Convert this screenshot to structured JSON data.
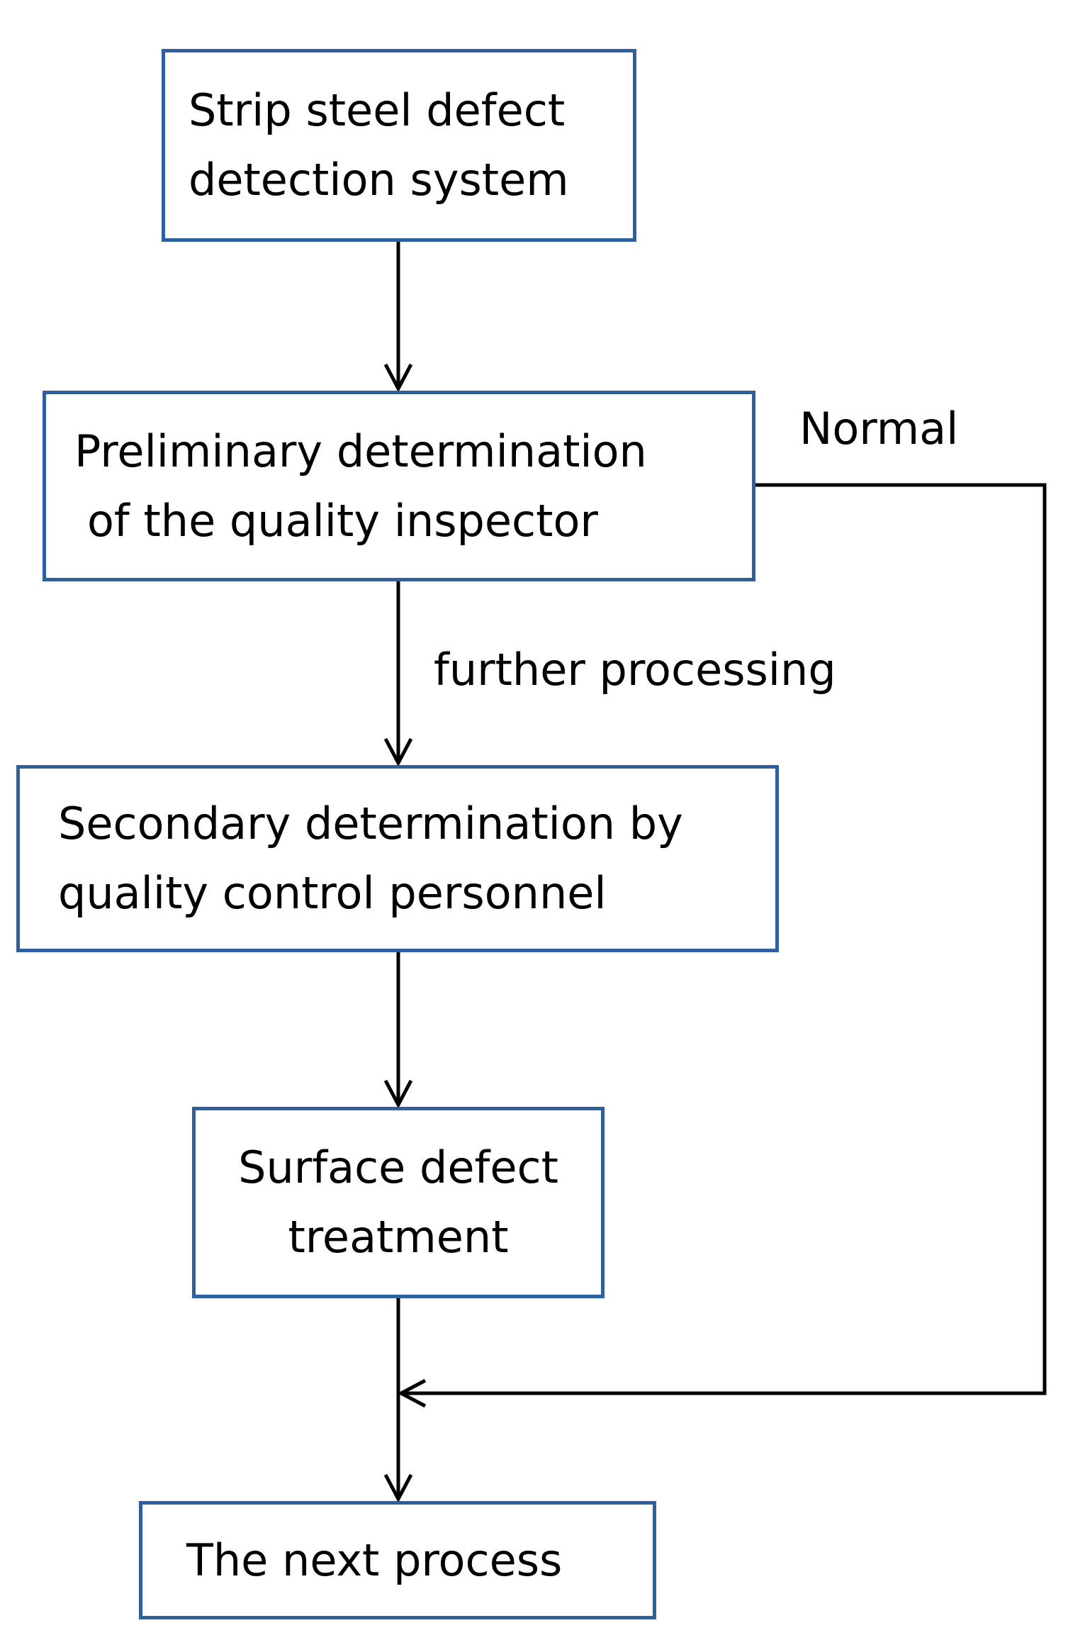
{
  "colors": {
    "box_border": "#2e5f9e",
    "connector": "#000000",
    "background": "#ffffff"
  },
  "nodes": {
    "detection_system": {
      "lines": [
        "Strip steel defect",
        "detection system"
      ]
    },
    "preliminary": {
      "lines": [
        "Preliminary determination",
        "of the quality inspector"
      ]
    },
    "secondary": {
      "lines": [
        "Secondary determination by",
        "quality control personnel"
      ]
    },
    "surface_treatment": {
      "lines": [
        "Surface defect",
        "treatment"
      ]
    },
    "next_process": {
      "lines": [
        "The next process"
      ]
    }
  },
  "edges": {
    "normal": "Normal",
    "further_processing": "further processing"
  }
}
